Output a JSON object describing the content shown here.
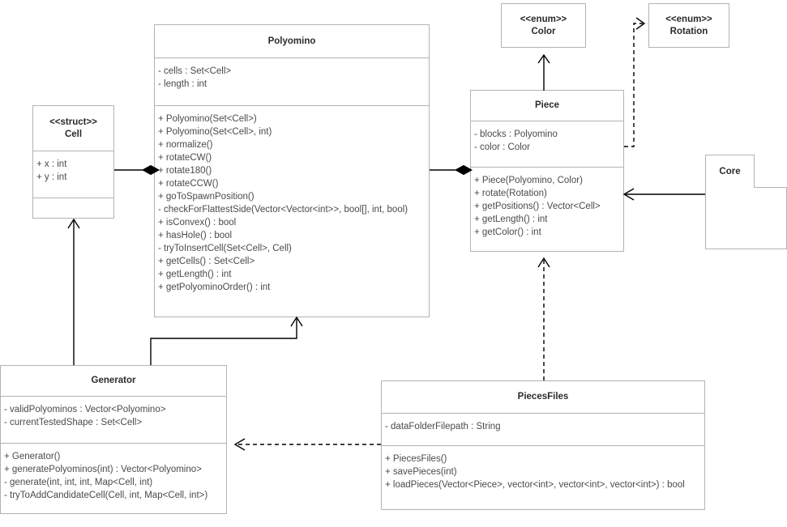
{
  "diagram": {
    "kind": "uml-class-diagram",
    "background": "#ffffff",
    "box_border_color": "#b3b3b3",
    "line_color": "#000000",
    "text_color": "#4a4a4a"
  },
  "classes": {
    "cell": {
      "stereotype": "<<struct>>",
      "name": "Cell",
      "attributes": [
        "+ x : int",
        "+ y : int"
      ],
      "methods": []
    },
    "polyomino": {
      "stereotype": "",
      "name": "Polyomino",
      "attributes": [
        "- cells : Set<Cell>",
        "- length : int"
      ],
      "methods": [
        "+ Polyomino(Set<Cell>)",
        "+ Polyomino(Set<Cell>, int)",
        "+ normalize()",
        "+ rotateCW()",
        "+ rotate180()",
        "+ rotateCCW()",
        "+ goToSpawnPosition()",
        "- checkForFlattestSide(Vector<Vector<int>>, bool[], int, bool)",
        "+ isConvex() : bool",
        "+ hasHole() : bool",
        "- tryToInsertCell(Set<Cell>, Cell)",
        "+ getCells() : Set<Cell>",
        "+ getLength() : int",
        "+ getPolyominoOrder() : int"
      ]
    },
    "piece": {
      "stereotype": "",
      "name": "Piece",
      "attributes": [
        "- blocks : Polyomino",
        "- color : Color"
      ],
      "methods": [
        "+ Piece(Polyomino, Color)",
        "+ rotate(Rotation)",
        "+ getPositions() : Vector<Cell>",
        "+ getLength() : int",
        "+ getColor() : int"
      ]
    },
    "color": {
      "stereotype": "<<enum>>",
      "name": "Color",
      "attributes": [],
      "methods": []
    },
    "rotation": {
      "stereotype": "<<enum>>",
      "name": "Rotation",
      "attributes": [],
      "methods": []
    },
    "generator": {
      "stereotype": "",
      "name": "Generator",
      "attributes": [
        "- validPolyominos : Vector<Polyomino>",
        "- currentTestedShape : Set<Cell>"
      ],
      "methods": [
        "+ Generator()",
        "+ generatePolyominos(int) : Vector<Polyomino>",
        "- generate(int, int, int, Map<Cell, int)",
        "- tryToAddCandidateCell(Cell, int, Map<Cell, int>)"
      ]
    },
    "piecesfiles": {
      "stereotype": "",
      "name": "PiecesFiles",
      "attributes": [
        "- dataFolderFilepath : String"
      ],
      "methods": [
        "+ PiecesFiles()",
        "+ savePieces(int)",
        "+ loadPieces(Vector<Piece>, vector<int>, vector<int>, vector<int>) : bool"
      ]
    },
    "core": {
      "stereotype": "",
      "name": "Core",
      "attributes": [],
      "methods": []
    }
  },
  "relationships": [
    {
      "id": "cell-polyomino",
      "from": "Cell",
      "to": "Polyomino",
      "type": "composition",
      "style": "solid",
      "head": "filled-diamond"
    },
    {
      "id": "polyomino-piece",
      "from": "Polyomino",
      "to": "Piece",
      "type": "composition",
      "style": "solid",
      "head": "filled-diamond"
    },
    {
      "id": "piece-color",
      "from": "Piece",
      "to": "Color",
      "type": "association",
      "style": "solid",
      "head": "open-arrow"
    },
    {
      "id": "piece-rotation",
      "from": "Piece",
      "to": "Rotation",
      "type": "dependency",
      "style": "dashed",
      "head": "open-arrow"
    },
    {
      "id": "core-piece",
      "from": "Core",
      "to": "Piece",
      "type": "association",
      "style": "solid",
      "head": "open-arrow"
    },
    {
      "id": "generator-cell",
      "from": "Generator",
      "to": "Cell",
      "type": "association",
      "style": "solid",
      "head": "open-arrow"
    },
    {
      "id": "generator-polyomino",
      "from": "Generator",
      "to": "Polyomino",
      "type": "association",
      "style": "solid",
      "head": "open-arrow"
    },
    {
      "id": "piecesfiles-generator",
      "from": "PiecesFiles",
      "to": "Generator",
      "type": "dependency",
      "style": "dashed",
      "head": "open-arrow"
    },
    {
      "id": "piecesfiles-piece",
      "from": "PiecesFiles",
      "to": "Piece",
      "type": "dependency",
      "style": "dashed",
      "head": "open-arrow"
    }
  ]
}
